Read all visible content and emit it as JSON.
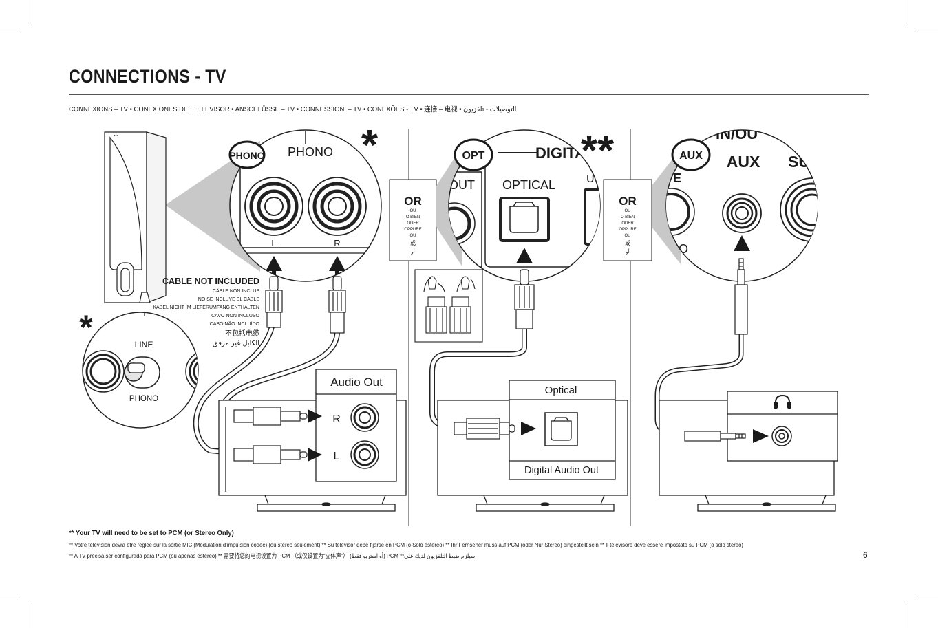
{
  "page": {
    "title": "CONNECTIONS - TV",
    "subtitle": "CONNEXIONS – TV  • CONEXIONES DEL TELEVISOR   • ANSCHLÜSSE – TV  •  CONNESSIONI – TV  •  CONEXÕES - TV  •  连接 – 电视  •  التوصيلات - تلفزيون",
    "page_number": "6"
  },
  "panel_phono": {
    "badge": "PHONO",
    "jack_label": "PHONO",
    "left_label": "L",
    "right_label": "R",
    "asterisk": "*",
    "switch_top_label": "LINE",
    "switch_bottom_label": "PHONO",
    "switch_asterisk": "*",
    "cable_note_title": "CABLE NOT INCLUDED",
    "cable_note_lines": [
      "CÂBLE NON INCLUS",
      "NO SE INCLUYE EL CABLE",
      "KABEL NICHT IM LIEFERUMFANG ENTHALTEN",
      "CAVO NON INCLUSO",
      "CABO NÃO INCLUÍDO",
      "不包括电缆",
      "الكابل غير مرفق"
    ],
    "tv_jack_title": "Audio Out",
    "tv_right_label": "R",
    "tv_left_label": "L"
  },
  "or_box": {
    "title": "OR",
    "lines": [
      "OU",
      "O BIEN",
      "ODER",
      "OPPURE",
      "OU",
      "或",
      "أو"
    ]
  },
  "panel_optical": {
    "badge": "OPT",
    "group_label": "DIGITAL",
    "port_label": "OPTICAL",
    "left_partial": "OUT",
    "asterisk": "**",
    "tv_jack_title": "Optical",
    "tv_jack_footer": "Digital Audio Out"
  },
  "panel_aux": {
    "badge": "AUX",
    "port_label": "AUX",
    "header_partial": "IN/OU",
    "right_partial": "SU",
    "left_partial_top": "E",
    "left_partial_bottom": "O",
    "headphone_icon": "headphones-icon"
  },
  "footnotes": {
    "main": "** Your TV will need to be set to PCM (or Stereo Only)",
    "line1": "** Votre télévision devra être réglée sur la sortie MIC (Modulation d’impulsion codée) (ou stéréo seulement)  ** Su televisor debe fijarse en PCM (o Solo estéreo)  ** Ihr Fernseher muss auf PCM (oder Nur Stereo) eingestellt sein  ** Il televisore deve essere impostato su PCM (o solo stereo)",
    "line2": "** A TV precisa ser configurada para PCM (ou apenas estéreo)   ** 需要将您的电视设置为 PCM （或仅设置为“立体声”）  (أو استريو فقط) PCM **سيلزم ضبط التلفزيون لديك على"
  },
  "colors": {
    "ink": "#1a1a1a",
    "zoom_gray": "#c8c8c8",
    "line": "#222222"
  }
}
